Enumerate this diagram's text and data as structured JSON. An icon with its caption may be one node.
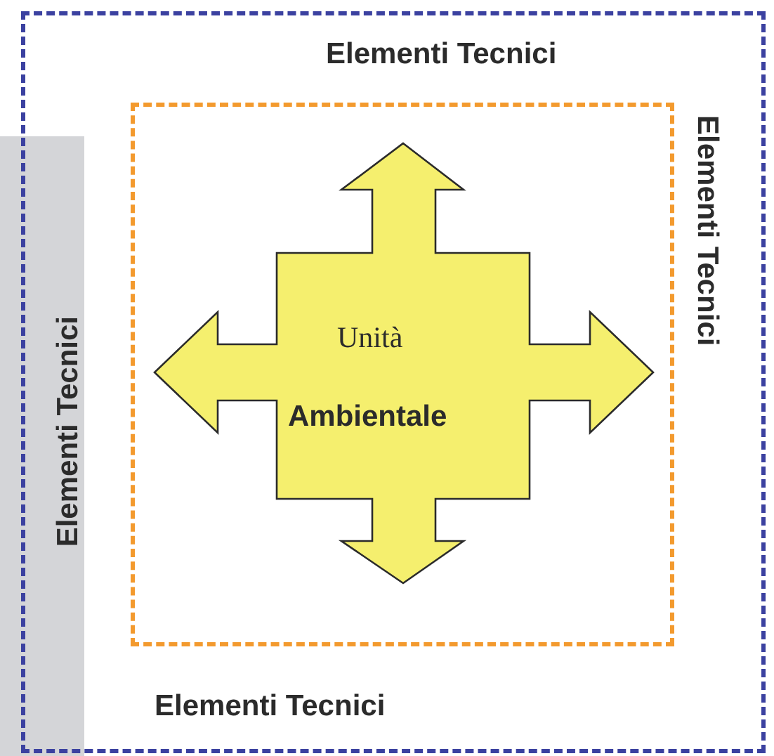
{
  "diagram": {
    "nodes": [
      {
        "text": [
          "Elementi Tecnici",
          "Elementi Tecnici",
          "Elementi Tecnici"
        ]
      },
      {
        "text": [
          "Elementi Tecnici"
        ]
      },
      {
        "text": [],
        "shape": "box",
        "in": 0
      },
      {
        "text": [
          "Unità",
          "Ambientale"
        ],
        "in": 2
      }
    ]
  }
}
